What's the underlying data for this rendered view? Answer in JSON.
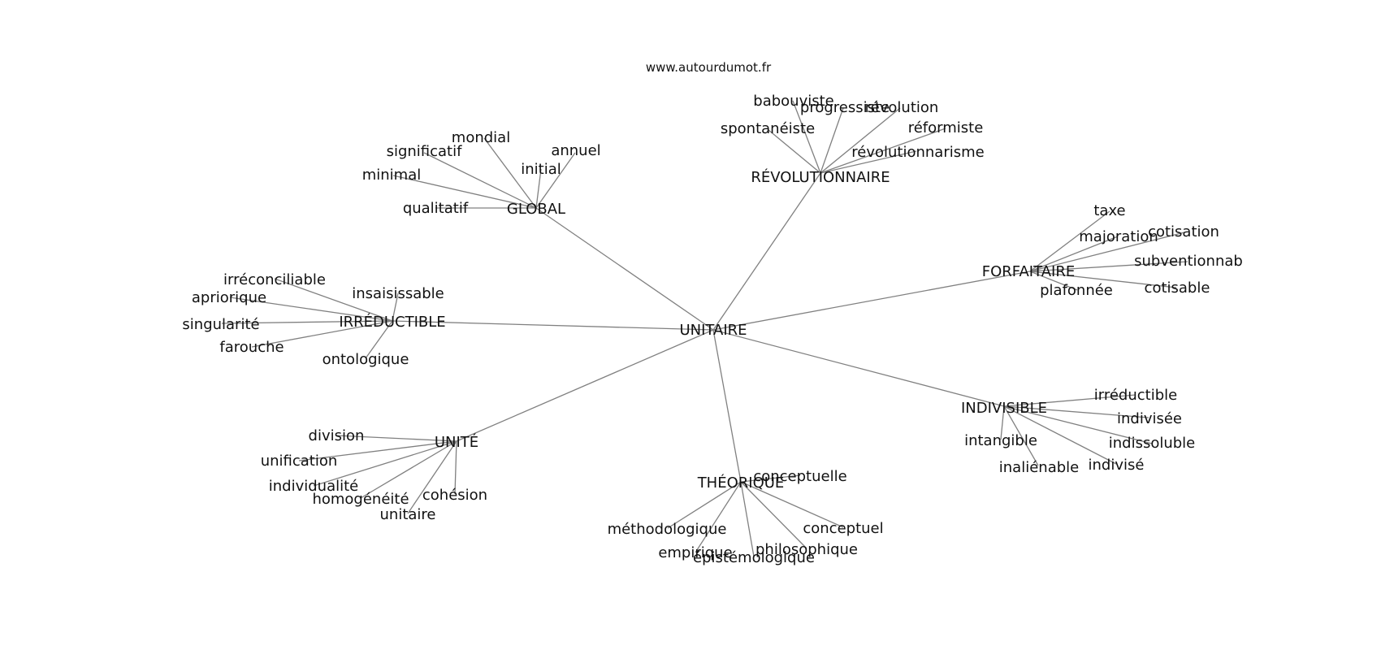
{
  "site": "www.autourdumot.fr",
  "center": "UNITAIRE",
  "hubs": [
    {
      "label": "GLOBAL",
      "words": [
        "mondial",
        "significatif",
        "annuel",
        "initial",
        "minimal",
        "qualitatif"
      ]
    },
    {
      "label": "RÉVOLUTIONNAIRE",
      "words": [
        "babouviste",
        "progressiste",
        "révolution",
        "réformiste",
        "spontanéiste",
        "révolutionnarisme"
      ]
    },
    {
      "label": "FORFAITAIRE",
      "words": [
        "taxe",
        "majoration",
        "cotisation",
        "subventionnab",
        "plafonnée",
        "cotisable"
      ]
    },
    {
      "label": "INDIVISIBLE",
      "words": [
        "irréductible",
        "indivisée",
        "indissoluble",
        "intangible",
        "indivisé",
        "inaliénable"
      ]
    },
    {
      "label": "THÉORIQUE",
      "words": [
        "conceptuelle",
        "méthodologique",
        "conceptuel",
        "empirique",
        "philosophique",
        "épistémologique"
      ]
    },
    {
      "label": "UNITÉ",
      "words": [
        "division",
        "unification",
        "individualité",
        "homogénéité",
        "cohésion",
        "unitaire"
      ]
    },
    {
      "label": "IRRÉDUCTIBLE",
      "words": [
        "irréconciliable",
        "insaisissable",
        "apriorique",
        "singularité",
        "farouche",
        "ontologique"
      ]
    }
  ]
}
